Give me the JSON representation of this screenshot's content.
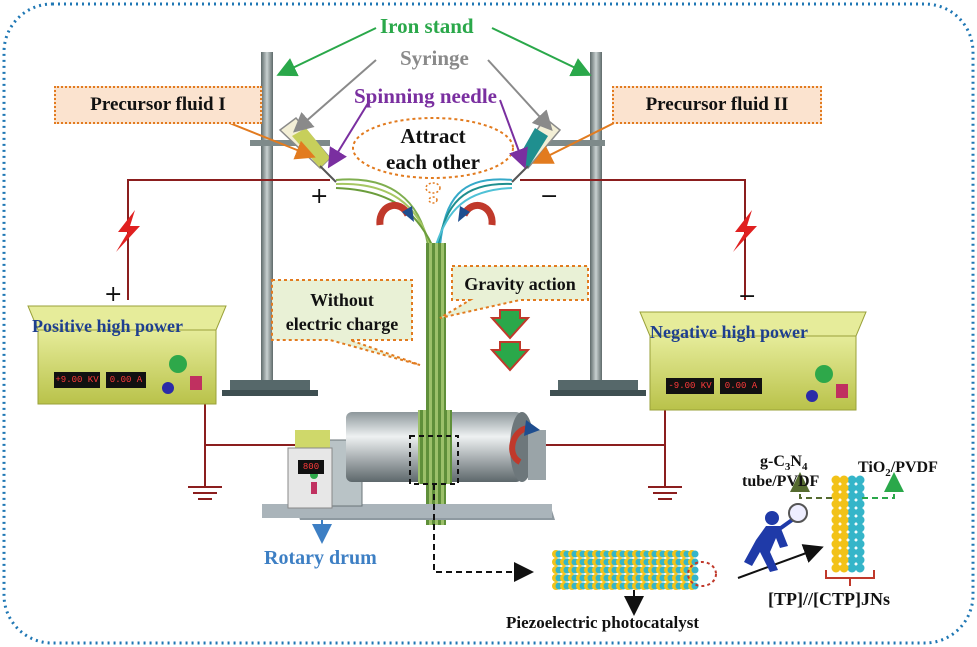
{
  "labels": {
    "iron_stand": "Iron stand",
    "syringe": "Syringe",
    "spinning_needle": "Spinning needle",
    "precursor_fluid_1": "Precursor fluid I",
    "precursor_fluid_2": "Precursor fluid II",
    "attract_line1": "Attract",
    "attract_line2": "each other",
    "positive_power": "Positive high power",
    "negative_power": "Negative high power",
    "without_charge_line1": "Without",
    "without_charge_line2": "electric charge",
    "gravity_action": "Gravity action",
    "rotary_drum": "Rotary drum",
    "piezo_photocatalyst": "Piezoelectric photocatalyst",
    "g_c3n4_base1": "g-C",
    "g_c3n4_sub1": "3",
    "g_c3n4_base2": "N",
    "g_c3n4_sub2": "4",
    "tube_pvdf": "tube/PVDF",
    "tio2_base": "TiO",
    "tio2_sub": "2",
    "tio2_rest": "/PVDF",
    "jns_label": "[TP]//[CTP]JNs"
  },
  "signs": {
    "plus_needle": "+",
    "minus_needle": "−",
    "plus_supply": "+",
    "minus_supply": "−"
  },
  "displays": {
    "pos_voltage": "+9.00 KV",
    "pos_current": "0.00 A",
    "neg_voltage": "-9.00 KV",
    "neg_current": "0.00 A",
    "drum_speed": "800"
  },
  "colors": {
    "iron_stand": "#2aa84a",
    "syringe": "#8a8a8a",
    "spinning_needle": "#7a2fa0",
    "rotary_drum": "#3d7fc4",
    "wire": "#8b1e1e",
    "border": "#1f77b4",
    "callout_fill": "#fbe3cf",
    "callout_border": "#e27b1f",
    "note_fill": "#e9f1d6",
    "supply_body": "#d9e27a",
    "fiber_green": "#7fae4f",
    "tio2_fiber": "#f2c218",
    "cn_fiber": "#35b5c9"
  }
}
